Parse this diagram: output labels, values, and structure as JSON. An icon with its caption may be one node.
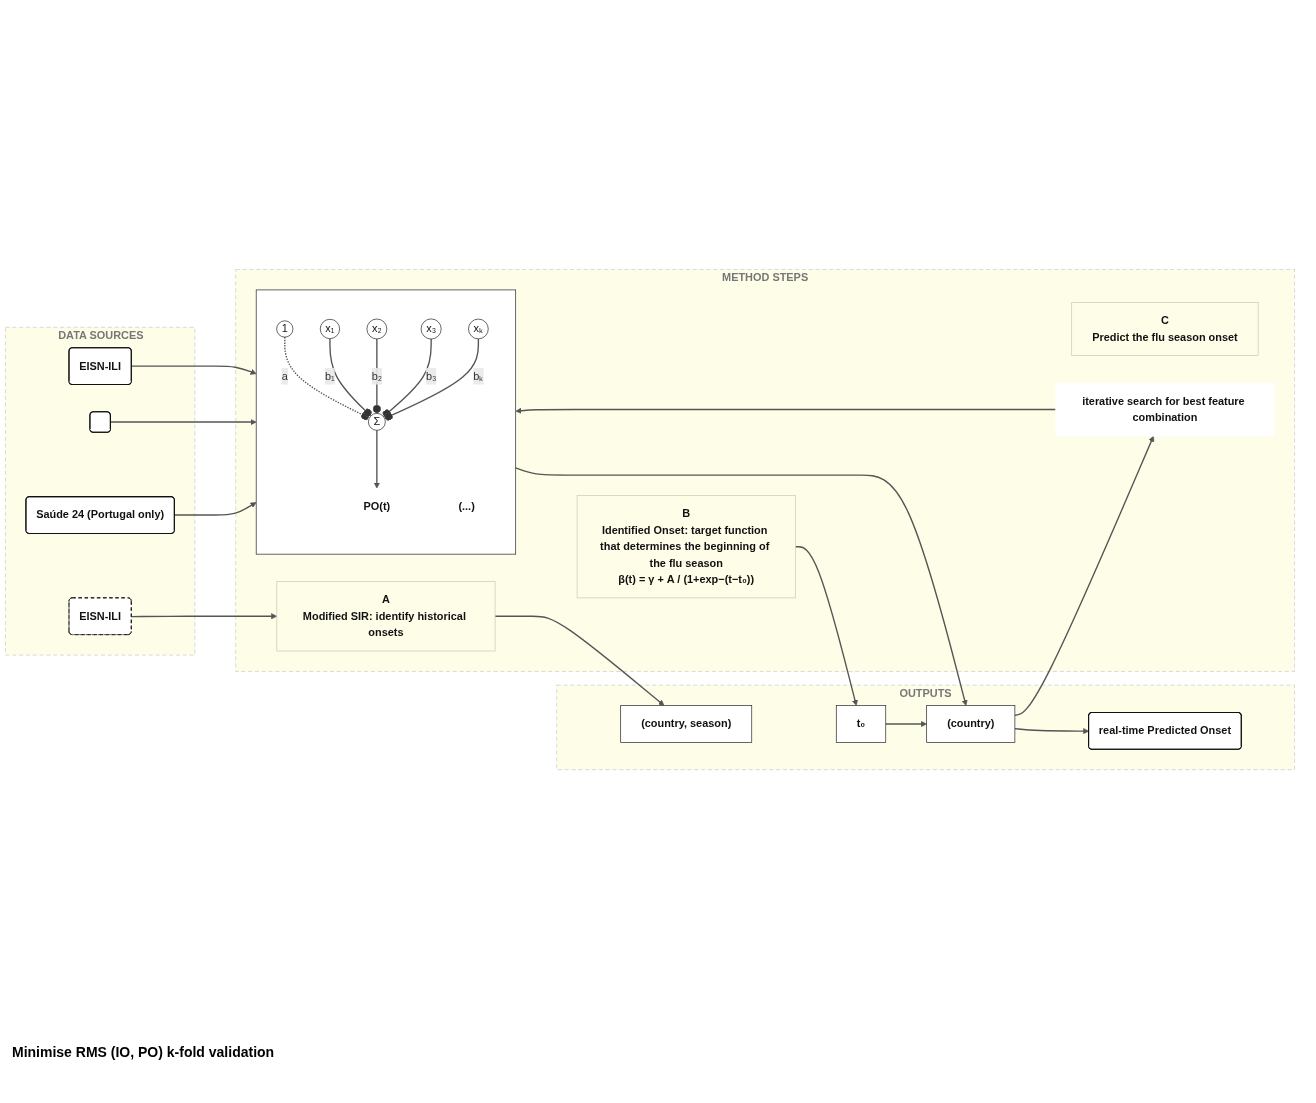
{
  "diagram": {
    "nodes": [
      {
        "text": [
          "DATA SOURCES"
        ]
      },
      {
        "text": [
          "EISN-ILI"
        ],
        "in": 0
      },
      {
        "text": [
          "EISN-ILI"
        ],
        "in": 0
      },
      {
        "text": [],
        "shape": "box",
        "in": 0
      },
      {
        "text": [
          "Saúde 24 (Portugal only)"
        ],
        "in": 0
      },
      {
        "text": [
          "METHOD STEPS"
        ]
      },
      {
        "text": [
          "A",
          "Modified SIR: identify historical onsets"
        ],
        "in": 5
      },
      {
        "text": [
          "B",
          "Identified Onset: target function that determines the beginning of the flu season",
          "β(t) = γ + A / (1+exp−(t−t₀))"
        ],
        "in": 5
      },
      {
        "text": [
          "C",
          "Predict the flu season onset"
        ],
        "in": 5
      },
      {
        "text": [],
        "shape": "box",
        "in": 5
      },
      {
        "text": [
          "1"
        ],
        "in": 9
      },
      {
        "text": [
          "x₁"
        ],
        "in": 9
      },
      {
        "text": [
          "x₂"
        ],
        "in": 9
      },
      {
        "text": [
          "x₃"
        ],
        "in": 9
      },
      {
        "text": [
          "(...)"
        ],
        "in": 9
      },
      {
        "text": [
          "xₖ"
        ],
        "in": 9
      },
      {
        "text": [
          "Σ"
        ],
        "in": 9
      },
      {
        "text": [
          "PO(t)"
        ],
        "in": 9
      },
      {
        "text": [
          "iterative search for best feature combination"
        ],
        "in": 5
      },
      {
        "text": [
          "OUTPUTS"
        ]
      },
      {
        "text": [
          "(country, season)"
        ],
        "in": 19
      },
      {
        "text": [
          "t₀"
        ],
        "in": 19
      },
      {
        "text": [
          "(country)"
        ],
        "in": 19
      },
      {
        "text": [
          "real-time Predicted Onset"
        ],
        "in": 19
      }
    ],
    "edges": [
      {
        "from": 1,
        "to": 6,
        "arrow": "to"
      },
      {
        "from": 6,
        "to": 20,
        "arrow": "to"
      },
      {
        "from": 7,
        "to": 21,
        "arrow": "to"
      },
      {
        "from": 21,
        "to": 22,
        "arrow": "to"
      },
      {
        "from": 2,
        "to": 9,
        "arrow": "to"
      },
      {
        "from": 3,
        "to": 9,
        "arrow": "to"
      },
      {
        "from": 4,
        "to": 9,
        "arrow": "to"
      },
      {
        "from": 10,
        "to": 16,
        "arrow": "other",
        "label": "a",
        "style": "dashed"
      },
      {
        "from": 11,
        "to": 16,
        "arrow": "other",
        "label": "b₁"
      },
      {
        "from": 12,
        "to": 16,
        "arrow": "other",
        "label": "b₂"
      },
      {
        "from": 13,
        "to": 16,
        "arrow": "other",
        "label": "b₃"
      },
      {
        "from": 15,
        "to": 16,
        "arrow": "other",
        "label": "bₖ"
      },
      {
        "from": 16,
        "to": 17,
        "arrow": "to"
      },
      {
        "from": 9,
        "to": 22,
        "arrow": "to"
      },
      {
        "from": 22,
        "to": 23,
        "arrow": "to"
      },
      {
        "from": 22,
        "to": 18,
        "arrow": "to"
      },
      {
        "from": 18,
        "to": 9,
        "arrow": "to"
      }
    ],
    "labels": [
      "Minimise RMS (IO, PO) k-fold validation"
    ]
  }
}
